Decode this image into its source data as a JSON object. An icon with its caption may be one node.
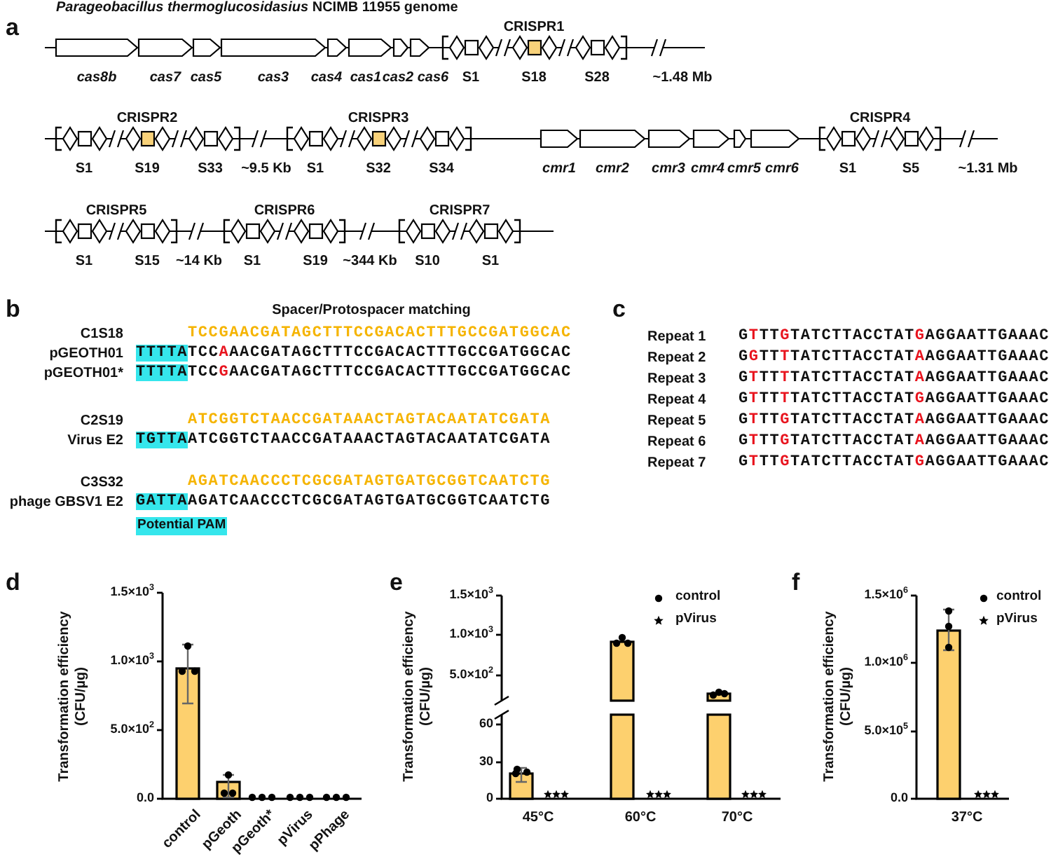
{
  "diagram": {
    "labels": [
      "a",
      "*Parageobacillus thermoglucosidasius* NCIMB 11955 genome",
      "CRISPR1",
      "cas8b",
      "cas7",
      "cas5",
      "cas3",
      "cas4",
      "cas1",
      "cas2",
      "cas6",
      "S1",
      "S18",
      "S28",
      "~1.48 Mb",
      "CRISPR2",
      "CRISPR3",
      "CRISPR4",
      "S1",
      "S19",
      "S33",
      "~9.5 Kb",
      "S1",
      "S32",
      "S34",
      "cmr1",
      "cmr2",
      "cmr3",
      "cmr4",
      "cmr5",
      "cmr6",
      "S1",
      "S5",
      "~1.31 Mb",
      "CRISPR5",
      "CRISPR6",
      "CRISPR7",
      "S1",
      "S15",
      "~14 Kb",
      "S1",
      "S19",
      "~344 Kb",
      "S10",
      "S1",
      "b",
      "Spacer/Protospacer matching",
      "C1S18",
      "TCCGAACGATAGCTTTCCGACACTTTGCCGATGGCAC",
      "pGEOTH01",
      "**TTTTA**TCC**A**AACGATAGCTTTCCGACACTTTGCCGATGGCAC",
      "pGEOTH01*",
      "**TTTTA**TCC**G**AACGATAGCTTTCCGACACTTTGCCGATGGCAC",
      "C2S19",
      "ATCGGTCTAACCGATAAACTAGTACAATATCGATA",
      "Virus E2",
      "**TGTTA**ATCGGTCTAACCGATAAACTAGTACAATATCGATA",
      "C3S32",
      "AGATCAACCCTCGCGATAGTGATGCGGTCAATCTG",
      "phage GBSV1 E2",
      "**GATTA**AGATCAACCCTCGCGATAGTGATGCGGTCAATCTG",
      "Potential PAM",
      "c",
      "Repeat 1",
      "G**T**TT**G**TATCTTACCTAT**G**AGGAATTGAAAC",
      "Repeat 2",
      "G**G**TT**T**TATCTTACCTAT**A**AGGAATTGAAAC",
      "Repeat 3",
      "G**T**TT**T**TATCTTACCTAT**A**AGGAATTGAAAC",
      "Repeat 4",
      "G**T**TT**T**TATCTTACCTAT**G**AGGAATTGAAAC",
      "Repeat 5",
      "G**T**TT**G**TATCTTACCTAT**A**AGGAATTGAAAC",
      "Repeat 6",
      "G**T**TT**G**TATCTTACCTAT**A**AGGAATTGAAAC",
      "Repeat 7",
      "G**T**TT**G**TATCTTACCTAT**G**AGGAATTGAAAC",
      "d",
      "Transformation efficiency (CFU/µg)",
      "1.5×10$^{3}$",
      "1.0×10$^{3}$",
      "5.0×10$^{2}$",
      "0.0",
      "control",
      "pGeoth",
      "pGeoth*",
      "pVirus",
      "pPhage",
      "e",
      "Transformation efficiency (CFU/µg)",
      "1.5×10$^{3}$",
      "1.0×10$^{3}$",
      "5.0×10$^{2}$",
      "60",
      "30",
      "0",
      "45°C",
      "60°C",
      "70°C",
      "f",
      "Transformation efficiency (CFU/µg)",
      "1.5×10$^{6}$",
      "1.0×10$^{6}$",
      "5.0×10$^{5}$",
      "0.0",
      "37°C"
    ],
    "legend": [
      {
        "text": "control"
      },
      {
        "text": "pVirus"
      },
      {
        "text": "control"
      },
      {
        "text": "pVirus"
      }
    ]
  }
}
